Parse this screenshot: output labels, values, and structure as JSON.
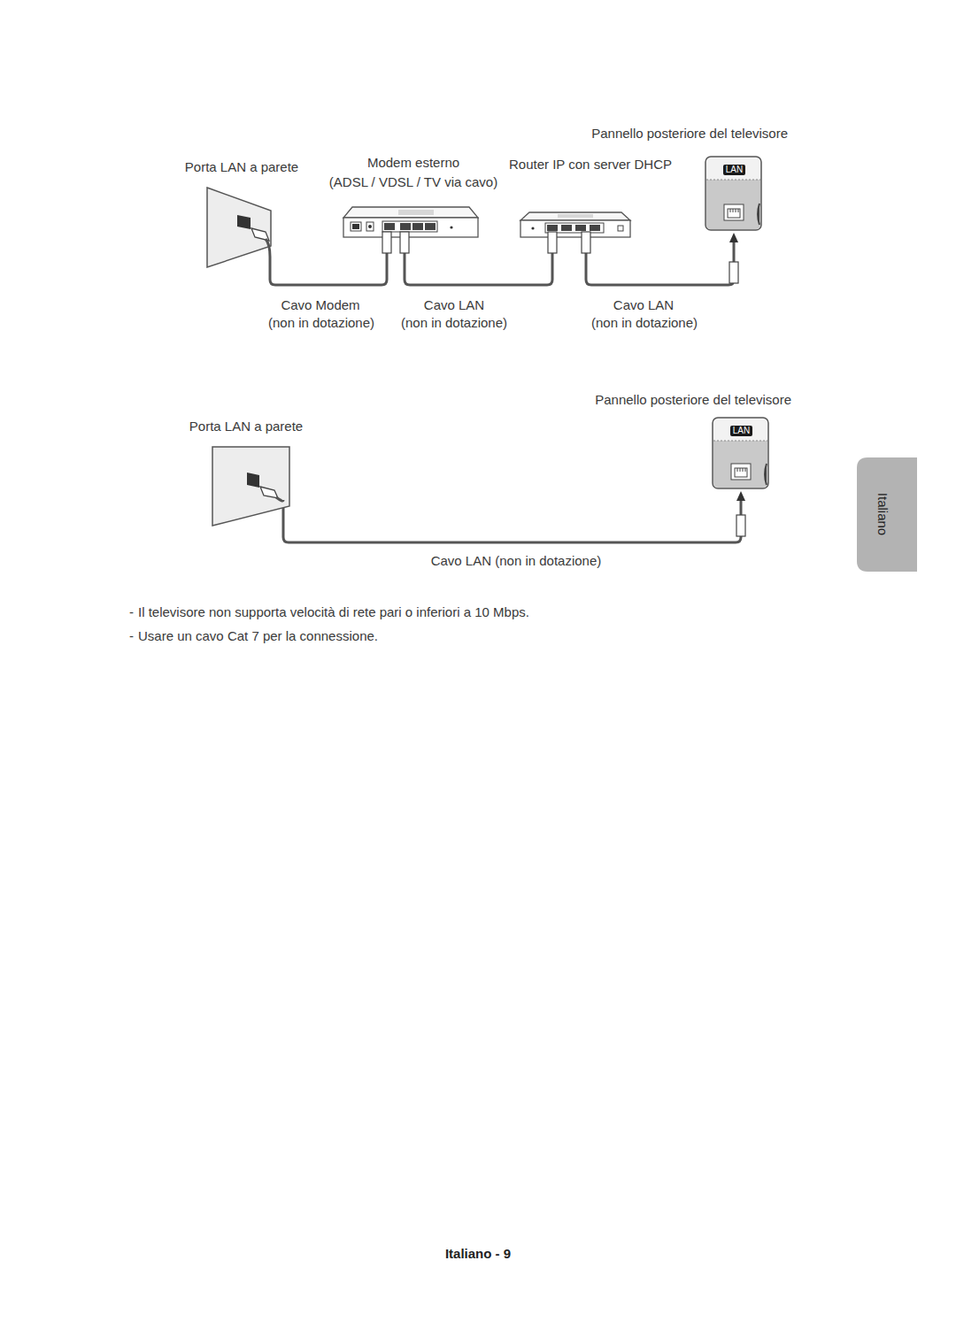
{
  "diagram": {
    "nodes": [
      {
        "text": [
          "Porta LAN a parete"
        ]
      },
      {
        "text": [
          "Modem esterno",
          "(ADSL / VDSL / TV via cavo)"
        ]
      },
      {
        "text": [
          "Router IP con server DHCP"
        ]
      },
      {
        "text": [
          "Pannello posteriore del televisore",
          "LAN"
        ]
      },
      {
        "text": [
          "Porta LAN a parete"
        ]
      },
      {
        "text": [
          "Pannello posteriore del televisore",
          "LAN"
        ]
      }
    ],
    "edges": [
      {
        "from": 0,
        "to": 1,
        "label": "Cavo Modem",
        "arrow": "none"
      },
      {
        "from": 1,
        "to": 2,
        "label": "Cavo LAN",
        "arrow": "none"
      },
      {
        "from": 2,
        "to": 3,
        "label": "Cavo LAN",
        "arrow": "to"
      },
      {
        "from": 4,
        "to": 5,
        "label": "Cavo LAN (non in dotazione)",
        "arrow": "to"
      }
    ],
    "labels": [
      "(non in dotazione)",
      "(non in dotazione)",
      "(non in dotazione)",
      "-",
      "Il televisore non supporta velocità di rete pari o inferiori a 10 Mbps.",
      "-",
      "Usare un cavo Cat 7 per la connessione.",
      "Italiano",
      "Italiano - 9"
    ]
  }
}
